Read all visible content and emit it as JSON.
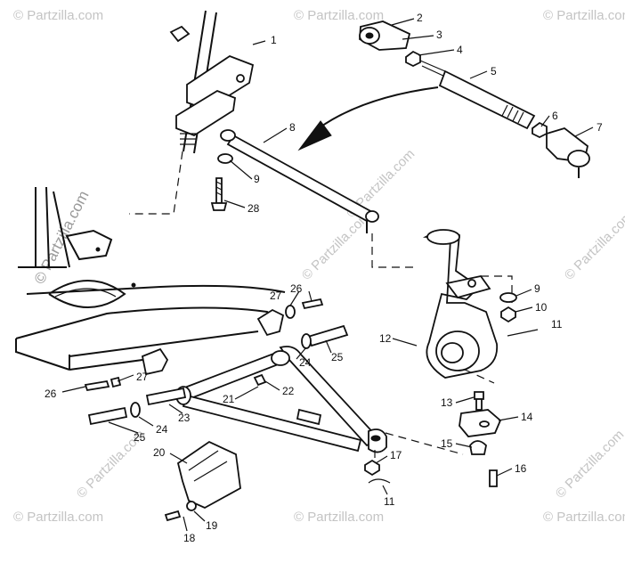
{
  "watermark": {
    "text": "© Partzilla.com",
    "diagonal_text": "© Partzilla.com"
  },
  "callouts": {
    "c1": "1",
    "c2": "2",
    "c3": "3",
    "c4": "4",
    "c5": "5",
    "c6": "6",
    "c7": "7",
    "c8": "8",
    "c9a": "9",
    "c9b": "9",
    "c10": "10",
    "c11a": "11",
    "c11b": "11",
    "c12": "12",
    "c13": "13",
    "c14": "14",
    "c15": "15",
    "c16": "16",
    "c17": "17",
    "c18": "18",
    "c19": "19",
    "c20": "20",
    "c21": "21",
    "c22": "22",
    "c23": "23",
    "c24a": "24",
    "c24b": "24",
    "c25a": "25",
    "c25b": "25",
    "c26a": "26",
    "c26b": "26",
    "c27a": "27",
    "c27b": "27",
    "c28": "28"
  }
}
